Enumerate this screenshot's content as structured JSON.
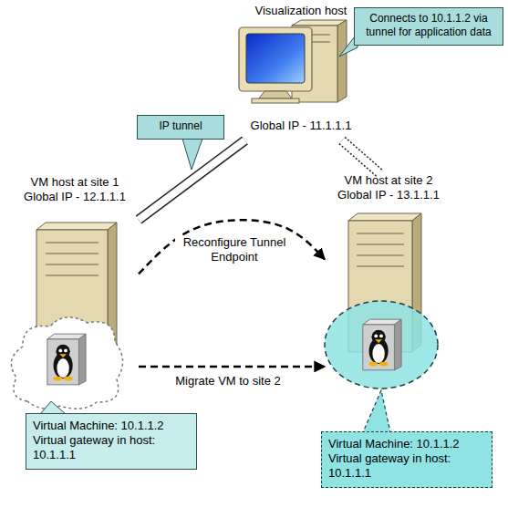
{
  "diagram": {
    "nodes": [
      {
        "text": [
          "Visualization host",
          "Global IP - 11.1.1.1"
        ]
      },
      {
        "text": [
          "Connects to 10.1.1.2 via tunnel for application data"
        ]
      },
      {
        "text": [
          "IP tunnel"
        ]
      },
      {
        "text": [
          "VM host at site 1",
          "Global IP - 12.1.1.1"
        ]
      },
      {
        "text": [
          "VM host at site 2",
          "Global IP - 13.1.1.1"
        ]
      },
      {
        "text": [
          "Virtual Machine: 10.1.1.2",
          "Virtual gateway in host: 10.1.1.1"
        ]
      },
      {
        "text": [
          "Virtual Machine: 10.1.1.2",
          "Virtual gateway in host: 10.1.1.1"
        ]
      }
    ],
    "edges": [
      {
        "from": 3,
        "to": 0,
        "arrow": "none"
      },
      {
        "from": 0,
        "to": 4,
        "arrow": "none"
      },
      {
        "from": 3,
        "to": 4,
        "label": "Reconfigure Tunnel Endpoint",
        "arrow": "to"
      },
      {
        "from": 3,
        "to": 4,
        "label": "Migrate VM to site 2",
        "arrow": "to"
      }
    ]
  }
}
